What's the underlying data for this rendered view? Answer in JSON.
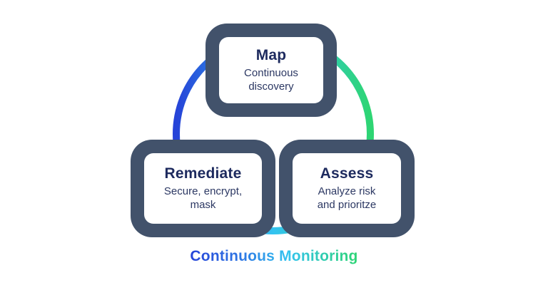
{
  "diagram": {
    "cards": {
      "map": {
        "title": "Map",
        "description": "Continuous discovery"
      },
      "remediate": {
        "title": "Remediate",
        "description": "Secure, encrypt, mask"
      },
      "assess": {
        "title": "Assess",
        "description": "Analyze risk and prioritze"
      }
    },
    "caption": "Continuous Monitoring"
  },
  "colors": {
    "background": "#ffffff",
    "card_outer": "#42526b",
    "card_inner": "#ffffff",
    "title_text": "#1d2a5e",
    "desc_text": "#2c3863",
    "ring_blue": "#2643d8",
    "ring_cyan": "#33c3f0",
    "ring_green": "#2ed573"
  }
}
